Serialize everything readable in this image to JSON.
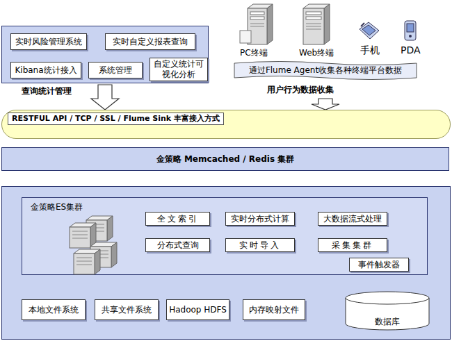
{
  "diagram": {
    "nodes": [
      {
        "text": [
          "查询统计管理"
        ]
      },
      {
        "text": [
          "实时风险管理系统"
        ],
        "in": 0
      },
      {
        "text": [
          "实时自定义报表查询"
        ],
        "in": 0
      },
      {
        "text": [
          "Kibana统计接入"
        ],
        "in": 0
      },
      {
        "text": [
          "系统管理"
        ],
        "in": 0
      },
      {
        "text": [
          "自定义统计可视化分析"
        ],
        "in": 0
      },
      {
        "text": [
          "通过Flume Agent收集各种终端平台数据",
          "用户行为数据收集"
        ]
      },
      {
        "text": [
          "RESTFUL API / TCP / SSL / Flume Sink  丰富接入方式"
        ]
      },
      {
        "text": [
          "金策略 Memcached / Redis 集群"
        ]
      },
      {
        "text": []
      },
      {
        "text": [
          "金策略ES集群"
        ],
        "in": 9
      },
      {
        "text": [
          "全文索引"
        ],
        "in": 10
      },
      {
        "text": [
          "实时分布式计算"
        ],
        "in": 10
      },
      {
        "text": [
          "大数据流式处理"
        ],
        "in": 10
      },
      {
        "text": [
          "分布式查询"
        ],
        "in": 10
      },
      {
        "text": [
          "实时导入"
        ],
        "in": 10
      },
      {
        "text": [
          "采集集群"
        ],
        "in": 10
      },
      {
        "text": [
          "事件触发器"
        ],
        "in": 10
      },
      {
        "text": [
          "本地文件系统"
        ],
        "in": 9
      },
      {
        "text": [
          "共享文件系统"
        ],
        "in": 9
      },
      {
        "text": [
          "Hadoop HDFS"
        ],
        "in": 9
      },
      {
        "text": [
          "内存映射文件"
        ],
        "in": 9
      },
      {
        "text": [
          "数据库"
        ],
        "in": 9
      }
    ],
    "edges": [
      {
        "from": 0,
        "to": 7,
        "arrow": "to"
      },
      {
        "from": 6,
        "to": 7,
        "arrow": "to"
      }
    ],
    "labels": [
      "PC终端",
      "Web终端",
      "手机",
      "PDA"
    ]
  }
}
